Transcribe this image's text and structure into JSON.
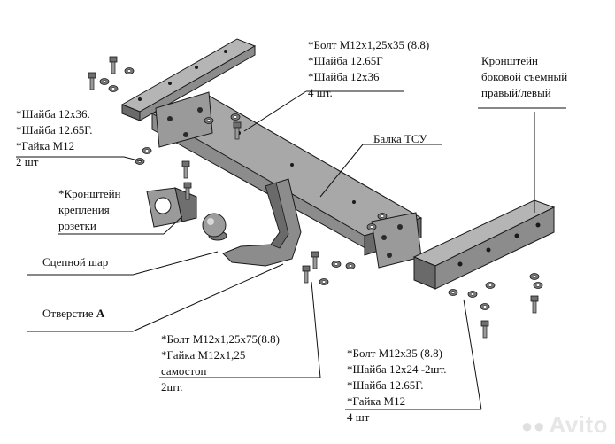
{
  "labels": {
    "bolt_top": [
      "*Болт М12х1,25х35 (8.8)",
      "*Шайба 12.65Г",
      "*Шайба 12х36",
      "4 шт."
    ],
    "bracket_side": [
      "Кронштейн",
      "боковой съемный",
      "правый/левый"
    ],
    "washers_left": [
      "*Шайба 12х36.",
      "*Шайба 12.65Г.",
      "*Гайка М12",
      "2 шт"
    ],
    "beam": "Балка ТСУ",
    "socket_bracket": [
      "*Кронштейн",
      "крепления",
      "розетки"
    ],
    "ball": "Сцепной шар",
    "hole_prefix": "Отверстие ",
    "hole_letter": "А",
    "bolt_75": [
      "*Болт М12х1,25х75(8.8)",
      "*Гайка М12х1,25",
      "самостоп",
      "2шт."
    ],
    "bolt_35": [
      "*Болт М12х35 (8.8)",
      "*Шайба 12х24 -2шт.",
      "*Шайба 12.65Г.",
      "*Гайка М12",
      "4  шт"
    ]
  },
  "watermark": "Avito",
  "colors": {
    "steel": "#8c8c8c",
    "steel_dark": "#5e5e5e",
    "steel_light": "#b5b5b5",
    "outline": "#1a1a1a"
  }
}
